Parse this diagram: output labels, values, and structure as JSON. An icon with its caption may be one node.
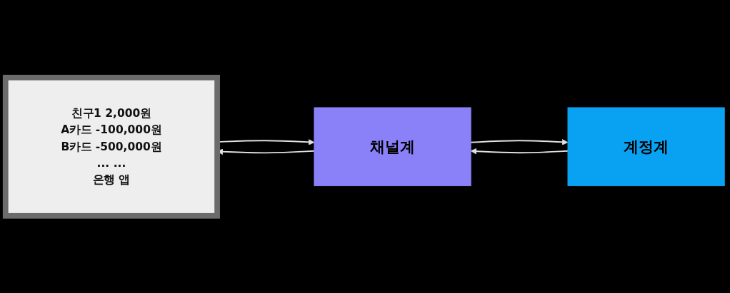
{
  "diagram": {
    "nodes": [
      {
        "text": [
          "친구1 2,000원",
          "A카드 -100,000원",
          "B카드 -500,000원",
          "... ...",
          "은행 앱"
        ]
      },
      {
        "text": [
          "채널계"
        ]
      },
      {
        "text": [
          "계정계"
        ]
      }
    ],
    "edges": [
      {
        "from": 0,
        "to": 1,
        "arrow": "to"
      },
      {
        "from": 1,
        "to": 0,
        "arrow": "to"
      },
      {
        "from": 1,
        "to": 2,
        "arrow": "to"
      },
      {
        "from": 2,
        "to": 1,
        "arrow": "to"
      }
    ]
  }
}
